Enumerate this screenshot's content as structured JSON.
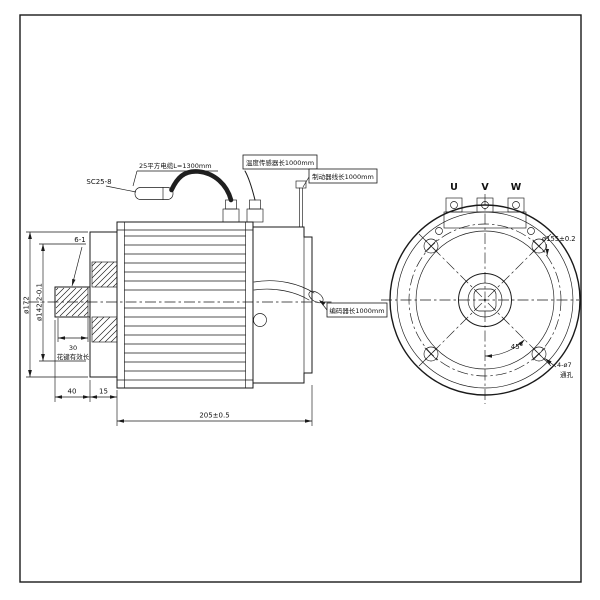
{
  "side_view": {
    "callouts": {
      "connector": "SC25-8",
      "power_cable": "25平方电缆L=1300mm",
      "temp_sensor": "温度传感器长1000mm",
      "brake_wire": "制动器线长1000mm",
      "encoder": "编码器长1000mm"
    },
    "dims": {
      "flange_od": "ø172",
      "spigot": "ø142.2-0.1",
      "spline_spec": "6-1",
      "spline_len": "30",
      "spline_note": "花键有效长",
      "shaft_ext": "40",
      "flange_thk": "15",
      "body_len": "205±0.5"
    }
  },
  "end_view": {
    "terminals": [
      "U",
      "V",
      "W"
    ],
    "dims": {
      "bolt_circle": "ø155±0.2",
      "hole_count": "4-ø7",
      "hole_note": "通孔",
      "angle": "45°"
    }
  }
}
